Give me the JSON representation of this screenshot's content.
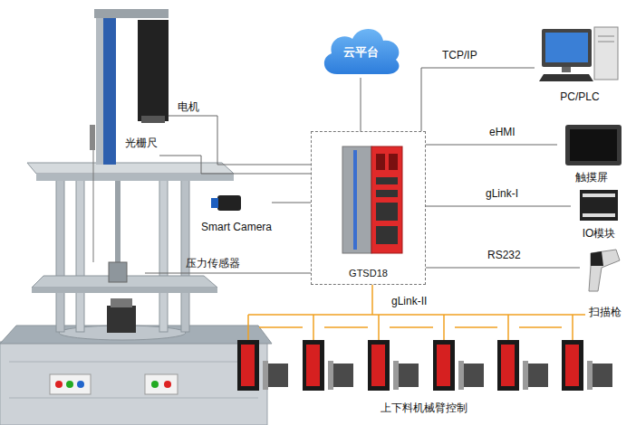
{
  "diagram": {
    "nodes": [
      {
        "text": [
          "云平台"
        ]
      },
      {
        "text": [
          "PC/PLC"
        ]
      },
      {
        "text": [
          "GTSD18"
        ]
      },
      {
        "text": [
          "触摸屏"
        ]
      },
      {
        "text": [
          "IO模块"
        ]
      },
      {
        "text": [
          "Smart Camera"
        ]
      },
      {
        "text": [
          "扫描枪"
        ]
      }
    ],
    "edges": [
      {
        "from": 0,
        "to": 2,
        "arrow": "none"
      },
      {
        "from": 2,
        "to": 1,
        "label": "TCP/IP",
        "arrow": "none"
      },
      {
        "from": 2,
        "to": 3,
        "label": "eHMI",
        "arrow": "none"
      },
      {
        "from": 2,
        "to": 4,
        "label": "gLink-I",
        "arrow": "none"
      },
      {
        "from": 2,
        "to": 6,
        "label": "RS232",
        "arrow": "none"
      },
      {
        "from": 5,
        "to": 2,
        "arrow": "none"
      }
    ],
    "labels": [
      "电机",
      "光栅尺",
      "压力传感器",
      "gLink-II",
      "上下料机械臂控制"
    ]
  }
}
